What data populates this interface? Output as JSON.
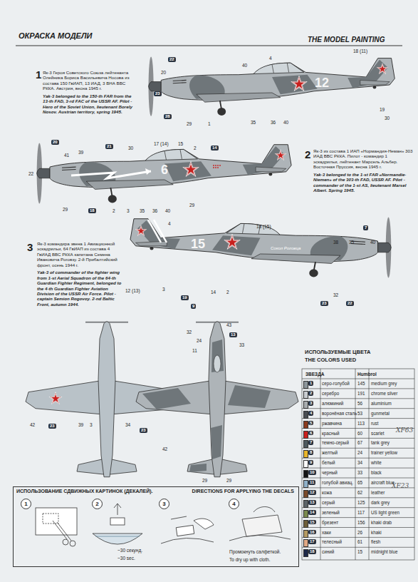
{
  "diagram": {
    "title": "ОКРАСКА МОДЕЛИ",
    "nodes": [
      {
        "text": [
          "ИСПОЛЬЗОВАНИЕ СДВИЖНЫХ КАРТИНОК (ДЕКАЛЕЙ).",
          "DIRECTIONS FOR APPLYING THE DECALS"
        ]
      },
      {
        "text": [
          "1"
        ],
        "in": 0
      },
      {
        "text": [
          "2"
        ],
        "in": 0
      },
      {
        "text": [
          "3"
        ],
        "in": 0
      },
      {
        "text": [
          "4"
        ],
        "in": 0
      }
    ],
    "labels": [
      "THE MODEL PAINTING",
      "1",
      "Як-3 Героя Советского Союза лейтенанта Олейника Бориса Васильевича Носова из состава 150 ГвИАП, 13 ИАД, 3 ВНА ВВС РККА. Австрия, весна 1945 г.",
      "Yak-3 belonged to the 150-th FAR from the 13-th FAD, 3-rd FAC of the USSR AF. Pilot - Hero of the Soviet Union, lieutenant Borely Nosov. Austrian territory, spring 1945.",
      "2",
      "Як-3 из состава 1 ИАП «Нормандия-Неман» 303 ИАД ВВС РККА. Пилот - командир 1 эскадрильи, лейтенант Марсель Альбер. Восточная Пруссия, весна 1945 г.",
      "Yak-3 belonged to the 1-st FAR «Normandie-Niemen» of the 303-th FAD, USSR AF. Pilot - commander of the 1-st AS, lieutenant Marsel Albert. Spring 1945.",
      "3",
      "Як-3 командира звена 1 Авиационной эскадрильи, 64 ГвИАП из состава 4 ГвИАД ВВС РККА капитана Семена Ивановича Роговзу. 2-й Прибалтийский фронт, осень 1944 г.",
      "Yak-3 of commander of the fighter wing from 1-st Aerial Squadron of the 64-th Guardian Fighter Regiment, belonged to the 4-th Guardian Fighter Aviation Division of the USSR Air Force. Pilot - captain Semion Rogovoy. 2-nd Baltic Front, autumn 1944.",
      "12",
      "6",
      "15",
      "Сокол Роговца",
      "40",
      "4",
      "18 (11)",
      "19",
      "29",
      "1",
      "35",
      "36",
      "40",
      "30",
      "20",
      "22",
      "23",
      "28",
      "20",
      "41",
      "39",
      "21",
      "30",
      "17 (14)",
      "15",
      "2",
      "14",
      "22",
      "29",
      "18",
      "2",
      "3",
      "35",
      "36",
      "40",
      "29",
      "4",
      "18 (15)",
      "38",
      "35",
      "7",
      "40",
      "12 (13)",
      "3",
      "19",
      "14",
      "2",
      "9",
      "32",
      "23",
      "22",
      "32",
      "24",
      "43",
      "13",
      "33",
      "11",
      "42",
      "23",
      "39",
      "3",
      "34",
      "23",
      "42",
      "29",
      "29",
      "ИСПОЛЬЗУЕМЫЕ ЦВЕТА",
      "THE COLORS USED",
      "ЗВЕЗДА",
      "Humbrol",
      "XF63",
      "XF23",
      "~30 секунд.",
      "~30 sec.",
      "Промокнуть салфеткой.",
      "To dry up with cloth.",
      "1",
      "145",
      "medium grey",
      "2",
      "191",
      "chrome silver",
      "3",
      "56",
      "aluminium",
      "4",
      "53",
      "gunmetal",
      "5",
      "113",
      "rust",
      "6",
      "60",
      "scarlet",
      "7",
      "67",
      "tank grey",
      "8",
      "24",
      "trainer yellow",
      "9",
      "34",
      "white",
      "10",
      "33",
      "black",
      "11",
      "65",
      "aircraft blue",
      "12",
      "62",
      "leather",
      "13",
      "125",
      "dark grey",
      "14",
      "117",
      "US light green",
      "15",
      "156",
      "khaki drab",
      "16",
      "26",
      "khaki",
      "17",
      "61",
      "flesh",
      "18",
      "15",
      "midnight blue"
    ],
    "legend": [
      {
        "text": "серо-голубой",
        "color": "#8c959a"
      },
      {
        "text": "серебро",
        "color": "#c8ccd0"
      },
      {
        "text": "алюминий",
        "color": "#a8acae"
      },
      {
        "text": "воронёная сталь",
        "color": "#4a4e52"
      },
      {
        "text": "ржавчина",
        "color": "#8a3b1e"
      },
      {
        "text": "красный",
        "color": "#c8201e"
      },
      {
        "text": "темно-серый",
        "color": "#4f5a5e"
      },
      {
        "text": "желтый",
        "color": "#e8b52a"
      },
      {
        "text": "белый",
        "color": "#ffffff"
      },
      {
        "text": "черный",
        "color": "#151515"
      },
      {
        "text": "голубой авиац.",
        "color": "#8fb0c8"
      },
      {
        "text": "кожа",
        "color": "#7a4a2a"
      },
      {
        "text": "серый",
        "color": "#5d6468"
      },
      {
        "text": "зеленый",
        "color": "#7a8a4e"
      },
      {
        "text": "брезент",
        "color": "#6d5e3a"
      },
      {
        "text": "хаки",
        "color": "#b49a62"
      },
      {
        "text": "телесный",
        "color": "#e0a884"
      },
      {
        "text": "синий",
        "color": "#1e2a4a"
      }
    ]
  }
}
